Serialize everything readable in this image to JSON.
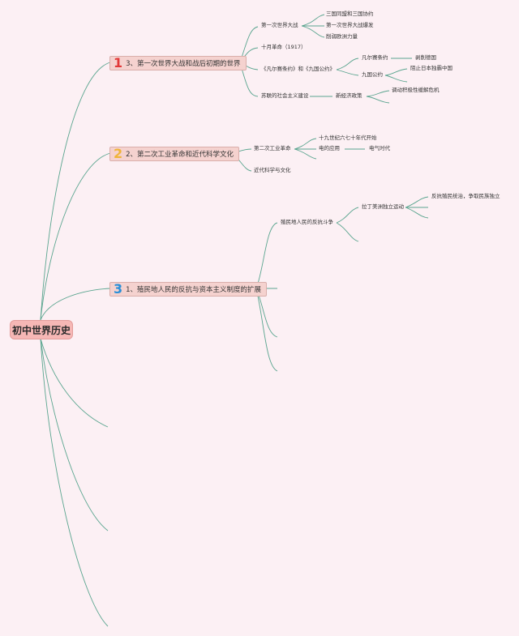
{
  "root": {
    "label": "初中世界历史"
  },
  "branches": [
    {
      "num": "1",
      "label": "3、第一次世界大战和战后初期的世界"
    },
    {
      "num": "2",
      "label": "2、第二次工业革命和近代科学文化"
    },
    {
      "num": "3",
      "label": "1、殖民地人民的反抗与资本主义制度的扩展"
    }
  ],
  "nodes": {
    "ww1": "第一次世界大战",
    "ww1_a": "三国同盟和三国协约",
    "ww1_b": "第一次世界大战爆发",
    "ww1_c": "削弱欧洲力量",
    "october": "十月革命（1917）",
    "treaties": "《凡尔赛条约》和《九国公约》",
    "versailles": "凡尔赛条约",
    "versailles_r": "剥削德国",
    "nine_power": "九国公约",
    "nine_power_r": "阻止日本独霸中国",
    "soviet": "苏联的社会主义建设",
    "nep": "新经济政策",
    "nep_r": "调动积极性缓解危机",
    "ir2": "第二次工业革命",
    "ir2_a": "十九世纪六七十年代开始",
    "ir2_b": "电的应用",
    "ir2_b_r": "电气时代",
    "science": "近代科学与文化",
    "colonial": "殖民地人民的反抗斗争",
    "latam": "拉丁美洲独立运动",
    "latam_r": "反抗殖民统治，争取民族独立"
  }
}
